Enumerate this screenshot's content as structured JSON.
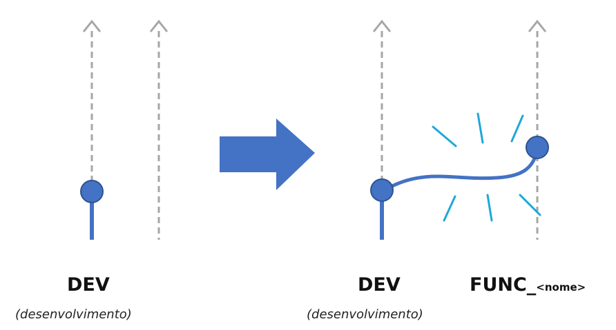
{
  "colors": {
    "branch": "#4472C4",
    "branch_stroke": "#2F528F",
    "guide": "#A6A6A6",
    "spark": "#1FA7D8"
  },
  "left_panel": {
    "branch_name": "DEV",
    "branch_desc": "(desenvolvimento)"
  },
  "transition_arrow": {
    "icon": "right-arrow-icon"
  },
  "right_panel": {
    "branch_name": "DEV",
    "branch_desc": "(desenvolvimento)",
    "feature_prefix": "FUNC_",
    "feature_suffix": "<nome>"
  }
}
